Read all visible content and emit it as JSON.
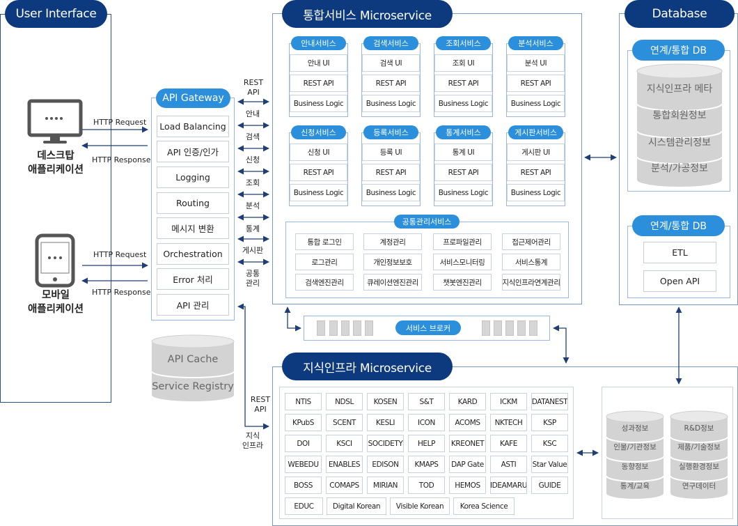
{
  "ui": {
    "title": "User Interface",
    "desktop": [
      "데스크탑",
      "애플리케이션"
    ],
    "mobile": [
      "모바일",
      "애플리케이션"
    ]
  },
  "flows": {
    "request": "HTTP Request",
    "response": "HTTP Response"
  },
  "gateway": {
    "title": "API Gateway",
    "items": [
      "Load Balancing",
      "API 인증/인가",
      "Logging",
      "Routing",
      "메시지 변환",
      "Orchestration",
      "Error 처리",
      "API 관리"
    ],
    "cache": [
      "API Cache",
      "Service Registry"
    ]
  },
  "rest_api": [
    "REST",
    "API"
  ],
  "route_labels": [
    "안내",
    "검색",
    "신청",
    "조회",
    "분석",
    "통계",
    "게시판",
    "공통\n관리"
  ],
  "knowledge_label": [
    "지식",
    "인프라"
  ],
  "microservice": {
    "title": "통합서비스 Microservice",
    "groups": [
      {
        "title": "안내서비스",
        "items": [
          "안내 UI",
          "REST API",
          "Business Logic"
        ]
      },
      {
        "title": "검색서비스",
        "items": [
          "검색 UI",
          "REST API",
          "Business Logic"
        ]
      },
      {
        "title": "조회서비스",
        "items": [
          "조회 UI",
          "REST API",
          "Business Logic"
        ]
      },
      {
        "title": "분석서비스",
        "items": [
          "분석 UI",
          "REST API",
          "Business Logic"
        ]
      },
      {
        "title": "신청서비스",
        "items": [
          "신청 UI",
          "REST API",
          "Business Logic"
        ]
      },
      {
        "title": "등록서비스",
        "items": [
          "등록 UI",
          "REST API",
          "Business Logic"
        ]
      },
      {
        "title": "통계서비스",
        "items": [
          "통계 UI",
          "REST API",
          "Business Logic"
        ]
      },
      {
        "title": "게시판서비스",
        "items": [
          "게시판 UI",
          "REST API",
          "Business Logic"
        ]
      }
    ],
    "common": {
      "title": "공통관리서비스",
      "items": [
        "통합 로그인",
        "계정관리",
        "프로파일관리",
        "접근제어관리",
        "로그관리",
        "개인정보보호",
        "서비스모니터링",
        "서비스통계",
        "검색엔진관리",
        "큐레이션엔진관리",
        "챗봇엔진관리",
        "지식인프라연계관리"
      ]
    }
  },
  "broker": "서비스 브로커",
  "database": {
    "title": "Database",
    "db1": {
      "title": "연계/통합 DB",
      "layers": [
        "지식인프라 메타",
        "통합회원정보",
        "시스템관리정보",
        "분석/가공정보"
      ]
    },
    "db2": {
      "title": "연계/통합 DB",
      "items": [
        "ETL",
        "Open API"
      ]
    }
  },
  "infra": {
    "title": "지식인프라 Microservice",
    "rows": [
      [
        "NTIS",
        "NDSL",
        "KOSEN",
        "S&T",
        "KARD",
        "ICKM",
        "DATANEST"
      ],
      [
        "KPubS",
        "SCENT",
        "KESLI",
        "ICON",
        "ACOMS",
        "NKTECH",
        "KSP"
      ],
      [
        "DOI",
        "KSCI",
        "SOCIDETY",
        "HELP",
        "KREONET",
        "KAFE",
        "KSC"
      ],
      [
        "WEBEDU",
        "ENABLES",
        "EDISON",
        "KMAPS",
        "DAP Gate",
        "ASTI",
        "Star Value"
      ],
      [
        "BOSS",
        "COMAPS",
        "MIRIAN",
        "TOD",
        "HEMOS",
        "IDEAMARU",
        "GUIDE"
      ],
      [
        "EDUC",
        "Digital Korean",
        "Visible Korean",
        "Korea Science"
      ]
    ],
    "cyl_left": [
      "성과정보",
      "인물/기관정보",
      "동향정보",
      "통계/교육"
    ],
    "cyl_right": [
      "R&D정보",
      "제품/기술정보",
      "실행환경정보",
      "연구데이터"
    ]
  },
  "colors": {
    "navy": "#0d3a7e",
    "blue": "#2b8fdc",
    "arrow": "#1f3f74",
    "cyl": "#d3d3d3"
  }
}
